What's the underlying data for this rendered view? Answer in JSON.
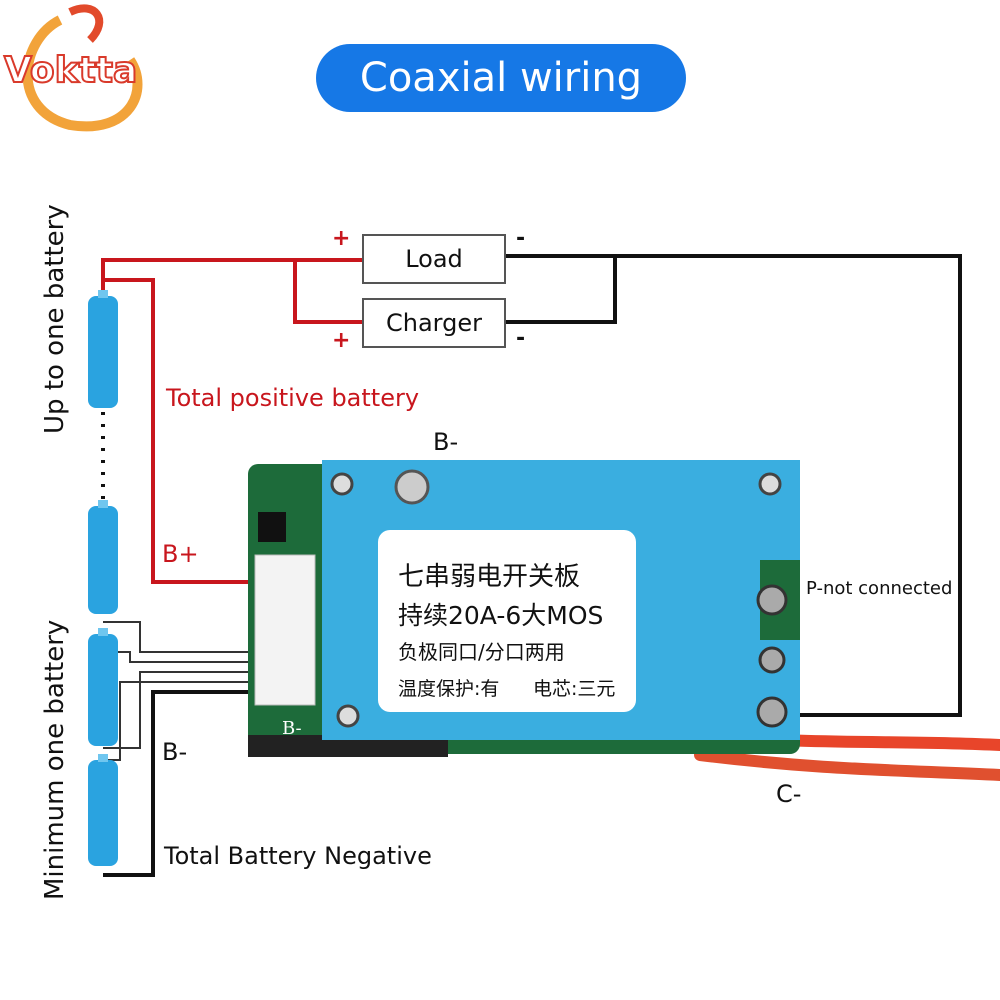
{
  "brand": {
    "logo_text": "Voktta"
  },
  "title": "Coaxial wiring",
  "boxes": {
    "load": "Load",
    "charger": "Charger"
  },
  "signs": {
    "plus": "+",
    "minus": "-"
  },
  "labels": {
    "up_battery": "Up to one battery",
    "min_battery": "Minimum one battery",
    "total_positive": "Total positive battery",
    "total_negative": "Total Battery Negative",
    "b_plus": "B+",
    "b_minus_left": "B-",
    "b_minus_top": "B-",
    "p_not_connected": "P-not connected",
    "c_minus": "C-",
    "board_b_minus": "B-"
  },
  "board_label": {
    "line1": "七串弱电开关板",
    "line2": "持续20A-6大MOS",
    "line3": "负极同口/分口两用",
    "line4a": "温度保护:有",
    "line4b": "电芯:三元"
  },
  "colors": {
    "accent_blue": "#1678e6",
    "wire_red": "#c8161d",
    "wire_black": "#111111",
    "battery_blue": "#2aa3e0",
    "board_blue": "#3aaee0",
    "pcb_green": "#1d6b3a"
  }
}
